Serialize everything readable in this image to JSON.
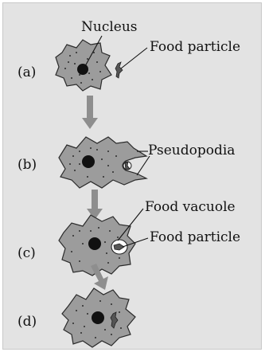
{
  "labels": {
    "nucleus": "Nucleus",
    "food_particle_a": "Food particle",
    "pseudopodia": "Pseudopodia",
    "food_vacuole": "Food vacuole",
    "food_particle_c": "Food particle"
  },
  "stages": {
    "a": "(a)",
    "b": "(b)",
    "c": "(c)",
    "d": "(d)"
  },
  "colors": {
    "background": "#e3e3e3",
    "cytoplasm": "#9c9c9c",
    "nucleus": "#111111",
    "arrow": "#8e8e8e"
  }
}
